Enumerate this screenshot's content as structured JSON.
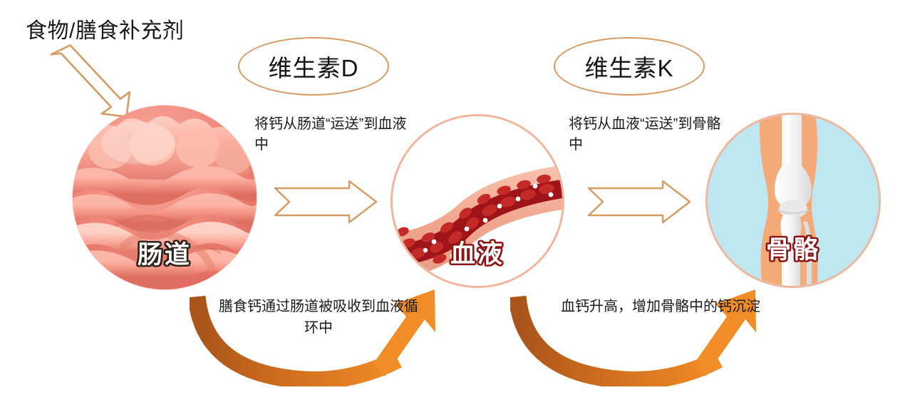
{
  "diagram": {
    "title": "食物/膳食补充剂",
    "vitamins": [
      {
        "id": "vitamin-d",
        "label": "维生素D"
      },
      {
        "id": "vitamin-k",
        "label": "维生素K"
      }
    ],
    "top_captions": [
      {
        "id": "caption-vitamin-d",
        "text": "将钙从肠道“运送”到血液中"
      },
      {
        "id": "caption-vitamin-k",
        "text": "将钙从血液“运送”到骨骼中"
      }
    ],
    "nodes": [
      {
        "id": "intestine",
        "label": "肠道",
        "icon": "intestine-illustration"
      },
      {
        "id": "blood",
        "label": "血液",
        "icon": "blood-vessel-illustration"
      },
      {
        "id": "bone",
        "label": "骨骼",
        "icon": "knee-joint-bone-illustration"
      }
    ],
    "bottom_captions": [
      {
        "id": "caption-absorption",
        "text": "膳食钙通过肠道被吸收到血液循环中"
      },
      {
        "id": "caption-deposition",
        "text": "血钙升高，增加骨骼中的钙沉淀"
      }
    ],
    "icons": {
      "intake_arrow": "diagonal-arrow-down-right-icon",
      "flow_arrow_1": "arrow-right-outline-icon",
      "flow_arrow_2": "arrow-right-outline-icon",
      "curved_arrow_1": "curved-arrow-up-right-icon",
      "curved_arrow_2": "curved-arrow-up-right-icon"
    },
    "colors": {
      "arrow_outline": "#d79a62",
      "curve_start": "#b45a1c",
      "curve_end": "#f08a26",
      "pill_border": "#d79a62",
      "text": "#1a1a1a",
      "intestine": "#ef8277",
      "blood_red": "#a8181b",
      "bone_bg": "#bfe7f2",
      "bone_skin": "#f5a977"
    }
  }
}
